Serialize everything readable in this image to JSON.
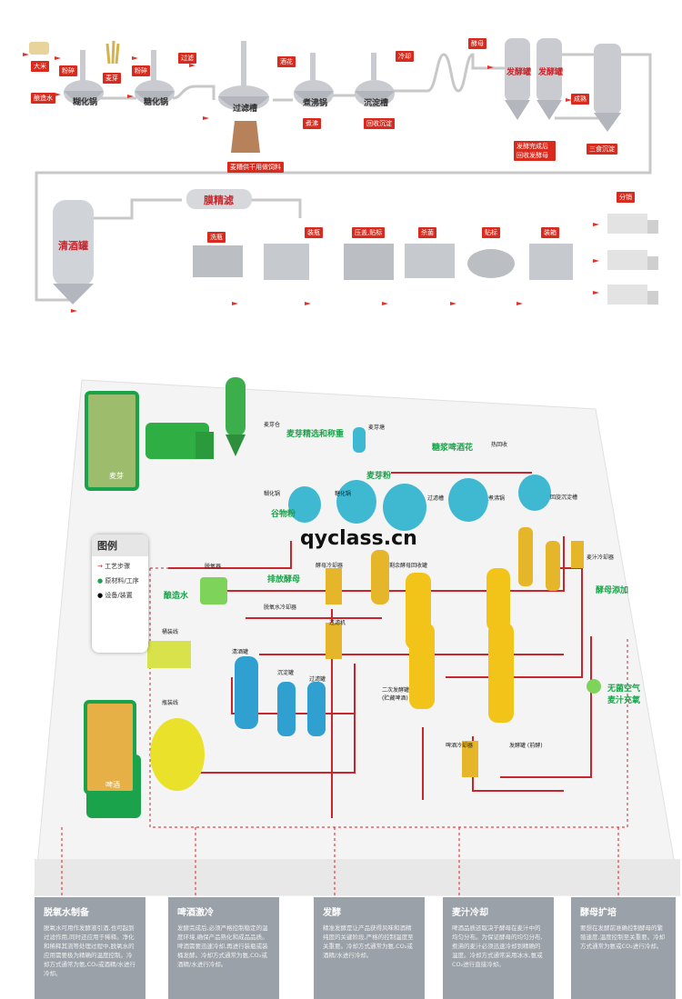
{
  "top": {
    "inputs": {
      "rice": "大米",
      "water": "酿造水",
      "malt": "麦芽",
      "grind1": "粉碎",
      "grind2": "粉碎"
    },
    "vessels": {
      "cereal_cooker": "糊化锅",
      "mash_tun": "糖化锅",
      "lauter": "过滤槽",
      "hop": "酒花",
      "boil": "煮沸锅",
      "settle": "沉淀槽",
      "cool": "冷却",
      "yeast": "酵母",
      "ferment1": "发酵罐",
      "ferment2": "发酵罐",
      "mature": "成熟",
      "bright": "清酒罐",
      "membrane": "膜精滤"
    },
    "notes": {
      "grains": "过滤",
      "spent": "麦糟供干用做饲料",
      "boil_note": "煮沸",
      "trub": "回收沉淀",
      "yeast_note": "发酵完成后 回收发酵母",
      "ferment_sep": "三食沉淀"
    },
    "packaging": {
      "bottle": "洗瓶",
      "fill": "装瓶",
      "cap": "压盖,贴标",
      "pasteur": "杀菌",
      "label": "贴标",
      "pack": "装箱",
      "ship": "分销"
    }
  },
  "bottom": {
    "labels": {
      "malt": "麦芽",
      "malt_silo": "麦芽仓",
      "malt_sel": "麦芽精选和称重",
      "malt_bin": "麦芽塘",
      "malt_powder": "麦芽粉",
      "grain_powder": "谷物粉",
      "mash_hop": "糖浆啤酒花",
      "hot_water": "热回收",
      "cereal": "糊化锅",
      "mash": "糖化锅",
      "lauter": "过滤槽",
      "boil": "煮沸锅",
      "whirl": "回旋沉淀槽",
      "deox": "脱氧器",
      "deox_water": "酿造水",
      "yeast_add": "排放酵母",
      "yeast_cool": "酵母冷却器",
      "yeast_tank": "剩余酵母回收罐",
      "wort_cooler": "麦汁冷却器",
      "yeast_plus": "酵母添加",
      "air": "无菌空气 麦汁充氧",
      "filter": "过滤机",
      "bright": "清酒罐",
      "settle": "沉淀罐",
      "filter2": "过滤罐",
      "bottle_line": "桶装线",
      "bottle_line2": "瓶装线",
      "beer": "啤酒",
      "yeast_store": "二次发酵罐 (贮藏啤酒)",
      "ferm": "发酵罐 (前酵)",
      "beer_cool": "啤酒冷却器",
      "deox_cool": "脱氧水冷却器"
    },
    "legend": {
      "title": "图例",
      "r1": "工艺步骤",
      "r2": "原材料/工序",
      "r3": "设备/装置"
    },
    "watermark": "qyclass.cn"
  },
  "cards": [
    {
      "title": "脱氧水制备",
      "text": "脱氧水可用作发酵液引酒,也可起到过滤作用,同时还应用于稀释。净化和稀释其流等处理过程中,脱氧水的应用需要极为精确的温度控制。冷却方式通常为氨,CO₂或酒精/水进行冷却。"
    },
    {
      "title": "啤酒激冷",
      "text": "发酵完成后,必须严格控制稳定的温度环境,确保产品熟化和成品品质。啤酒需要迅速冷却,再进行装瓶或装桶发酵。冷却方式通常为氨,CO₂或酒精/水进行冷却。"
    },
    {
      "title": "发酵",
      "text": "精准发酵是让产品获得风味和酒精纯度的关键阶段,严格的控制温度至关重要。冷却方式通常为氨,CO₂或酒精/水进行冷却。"
    },
    {
      "title": "麦汁冷却",
      "text": "啤酒品质还取决于酵母在麦汁中的均匀分布。为保证酵母的均匀分布,煮沸的麦汁必须迅速冷却到精确的温度。冷却方式通常采用冰水,氨或CO₂进行直接冷却。"
    },
    {
      "title": "酵母扩培",
      "text": "要想在发酵前准确控制酵母的繁殖速度,温度控制至关重要。冷却方式通常为氨或CO₂进行冷却。"
    }
  ],
  "colors": {
    "pipe": "#c8262c",
    "green": "#1aa34a",
    "yellow": "#f2c41a",
    "cyan": "#3dbfd6",
    "card": "#9aa1a8"
  }
}
